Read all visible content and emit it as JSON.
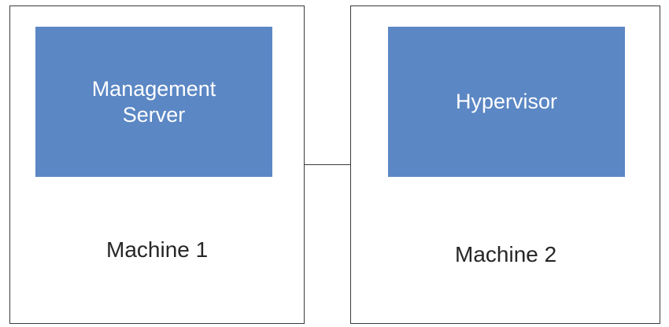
{
  "colors": {
    "component_fill": "#5b87c4",
    "component_text": "#ffffff",
    "border": "#3a3a3a",
    "label_text": "#262626"
  },
  "machines": [
    {
      "label": "Machine 1",
      "component": {
        "lines": [
          "Management",
          "Server"
        ]
      }
    },
    {
      "label": "Machine 2",
      "component": {
        "lines": [
          "Hypervisor"
        ]
      }
    }
  ]
}
